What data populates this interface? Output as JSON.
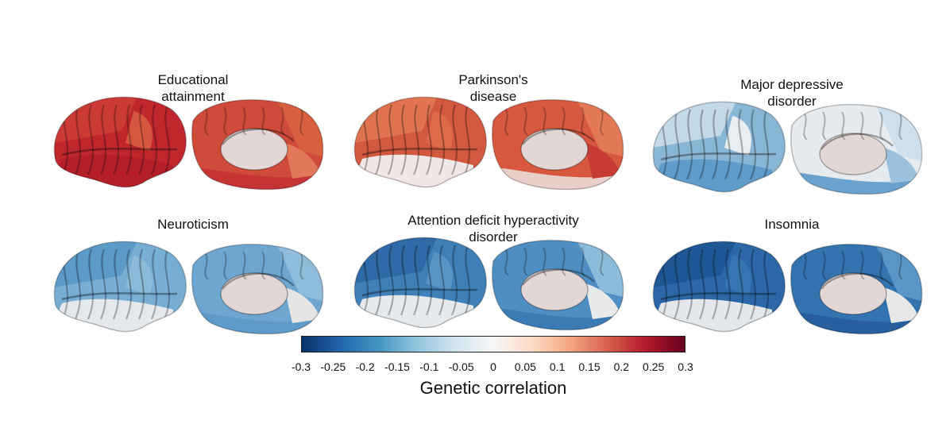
{
  "panels": [
    {
      "title": "Educational\nattainment",
      "lateral": [
        "#c0272d",
        "#cc3a36",
        "#d6563f",
        "#b51f28"
      ],
      "medial": [
        "#cf4a3b",
        "#d9603f",
        "#e2775a",
        "#c63335"
      ]
    },
    {
      "title": "Parkinson's\ndisease",
      "lateral": [
        "#d2583f",
        "#e07451",
        "#dd6a48",
        "#f1e7e6"
      ],
      "medial": [
        "#d7583f",
        "#e47a55",
        "#c73a35",
        "#e8cfc9"
      ]
    },
    {
      "title": "Major depressive\ndisorder",
      "lateral": [
        "#8ab6d6",
        "#c4d9e8",
        "#e8eef2",
        "#5f9cc9"
      ],
      "medial": [
        "#e6ebef",
        "#cfe0ec",
        "#9bc1dd",
        "#6aa2cd"
      ]
    },
    {
      "title": "Neuroticism",
      "lateral": [
        "#79aed3",
        "#5c9ac8",
        "#8dbad9",
        "#e6e9ec"
      ],
      "medial": [
        "#6ea6d0",
        "#8fbcdb",
        "#e5e5e5",
        "#5e9bc8"
      ]
    },
    {
      "title": "Attention deficit hyperactivity\ndisorder",
      "lateral": [
        "#3f80b9",
        "#2e6aa8",
        "#5893c6",
        "#e6eaec"
      ],
      "medial": [
        "#4f8ec2",
        "#8cbad9",
        "#e8eaec",
        "#3a7ab5"
      ]
    },
    {
      "title": "Insomnia",
      "lateral": [
        "#2c68a7",
        "#1f5796",
        "#3575b2",
        "#e5e8ea"
      ],
      "medial": [
        "#3373b0",
        "#5996c7",
        "#e8e8e8",
        "#275f9f"
      ]
    }
  ],
  "colorbar": {
    "label": "Genetic correlation",
    "min": -0.3,
    "max": 0.3,
    "ticks": [
      "-0.3",
      "-0.25",
      "-0.2",
      "-0.15",
      "-0.1",
      "-0.05",
      "0",
      "0.05",
      "0.1",
      "0.15",
      "0.2",
      "0.25",
      "0.3"
    ],
    "colors": [
      "#08306b",
      "#2166ac",
      "#4393c3",
      "#92c5de",
      "#d1e5f0",
      "#f7f7f7",
      "#fddbc7",
      "#f4a582",
      "#d6604d",
      "#b2182b",
      "#67001f"
    ]
  }
}
